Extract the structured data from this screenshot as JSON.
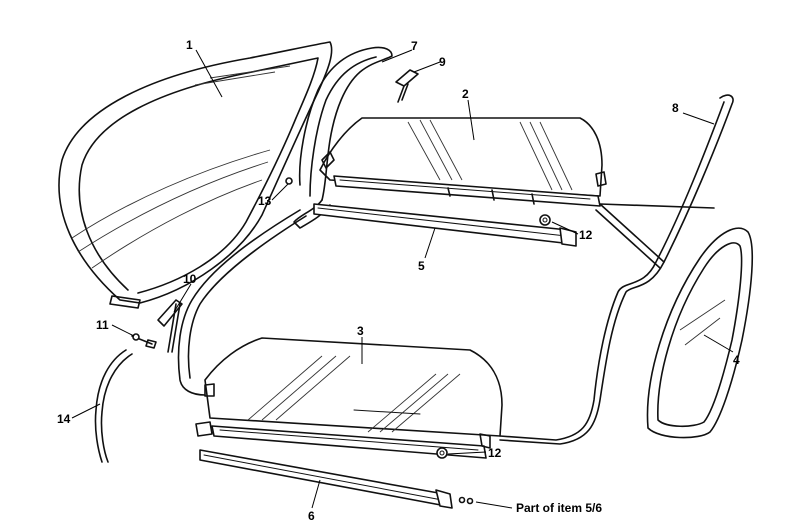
{
  "callouts": [
    {
      "id": "c1",
      "label": "1"
    },
    {
      "id": "c2",
      "label": "2"
    },
    {
      "id": "c3",
      "label": "3"
    },
    {
      "id": "c4",
      "label": "4"
    },
    {
      "id": "c5",
      "label": "5"
    },
    {
      "id": "c6",
      "label": "6"
    },
    {
      "id": "c7",
      "label": "7"
    },
    {
      "id": "c8",
      "label": "8"
    },
    {
      "id": "c9",
      "label": "9"
    },
    {
      "id": "c10",
      "label": "10"
    },
    {
      "id": "c11",
      "label": "11"
    },
    {
      "id": "c12a",
      "label": "12"
    },
    {
      "id": "c12b",
      "label": "12"
    },
    {
      "id": "c13",
      "label": "13"
    },
    {
      "id": "c14",
      "label": "14"
    }
  ],
  "note": {
    "label": "Part of item 5/6"
  }
}
